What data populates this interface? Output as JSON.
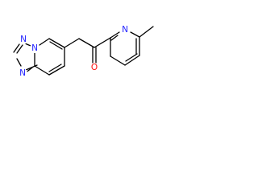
{
  "molecule": {
    "atoms": {
      "n_pyridine": {
        "label": "N",
        "color": "#1f1fff"
      },
      "o_carbonyl": {
        "label": "O",
        "color": "#ff0d0d"
      },
      "n_bridge": {
        "label": "N",
        "color": "#1f1fff"
      },
      "n_triazole_top": {
        "label": "N",
        "color": "#1f1fff"
      },
      "n_triazole_bottom": {
        "label": "N",
        "color": "#1f1fff"
      }
    },
    "bond_color": "#000000"
  }
}
